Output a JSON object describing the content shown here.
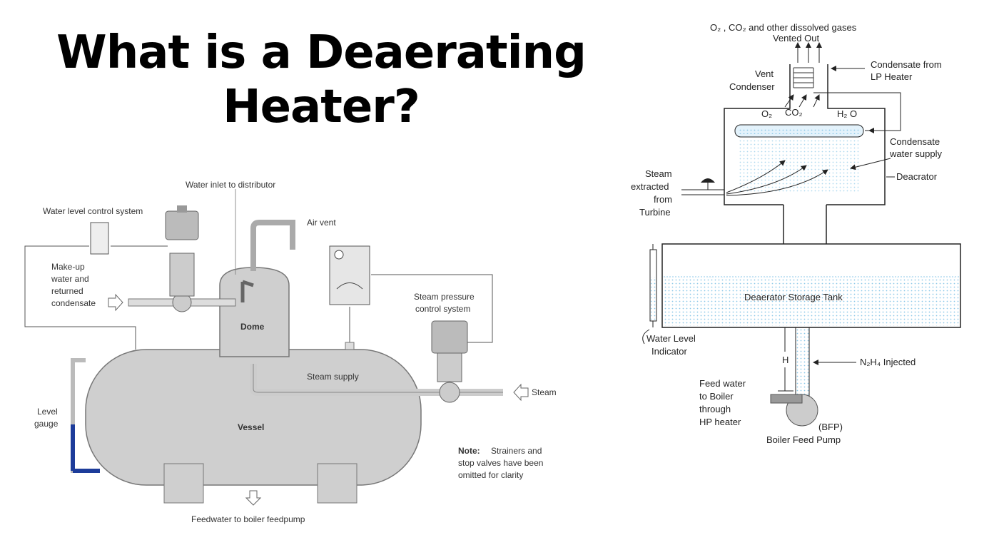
{
  "title": {
    "line1": "What is a Deaerating",
    "line2": "Heater?"
  },
  "left_diagram": {
    "water_inlet": "Water inlet to distributor",
    "water_level_control": "Water level control system",
    "air_vent": "Air vent",
    "makeup_1": "Make-up",
    "makeup_2": "water and",
    "makeup_3": "returned",
    "makeup_4": "condensate",
    "steam_pressure_1": "Steam pressure",
    "steam_pressure_2": "control system",
    "dome": "Dome",
    "steam_supply": "Steam supply",
    "steam": "Steam",
    "level_gauge_1": "Level",
    "level_gauge_2": "gauge",
    "vessel": "Vessel",
    "note_label": "Note:",
    "note_1": "Strainers and",
    "note_2": "stop valves have been",
    "note_3": "omitted for clarity",
    "feedwater": "Feedwater to boiler feedpump"
  },
  "right_diagram": {
    "gases_1": "O₂ , CO₂ and other dissolved gases",
    "gases_2": "Vented Out",
    "vent_condenser_1": "Vent",
    "vent_condenser_2": "Condenser",
    "condensate_lp_1": "Condensate from",
    "condensate_lp_2": "LP Heater",
    "o2": "O₂",
    "co2": "CO₂",
    "h2o": "H₂ O",
    "condensate_supply_1": "Condensate",
    "condensate_supply_2": "water supply",
    "deaerator": "Deacrator",
    "steam_1": "Steam",
    "steam_2": "extracted",
    "steam_3": "from",
    "steam_4": "Turbine",
    "storage_tank": "Deaerator Storage Tank",
    "water_level_1": "Water Level",
    "water_level_2": "Indicator",
    "h": "H",
    "n2h4": "N₂H₄ Injected",
    "feed_1": "Feed water",
    "feed_2": "to Boiler",
    "feed_3": "through",
    "feed_4": "HP heater",
    "bfp": "(BFP)",
    "bfp_name": "Boiler Feed Pump"
  }
}
